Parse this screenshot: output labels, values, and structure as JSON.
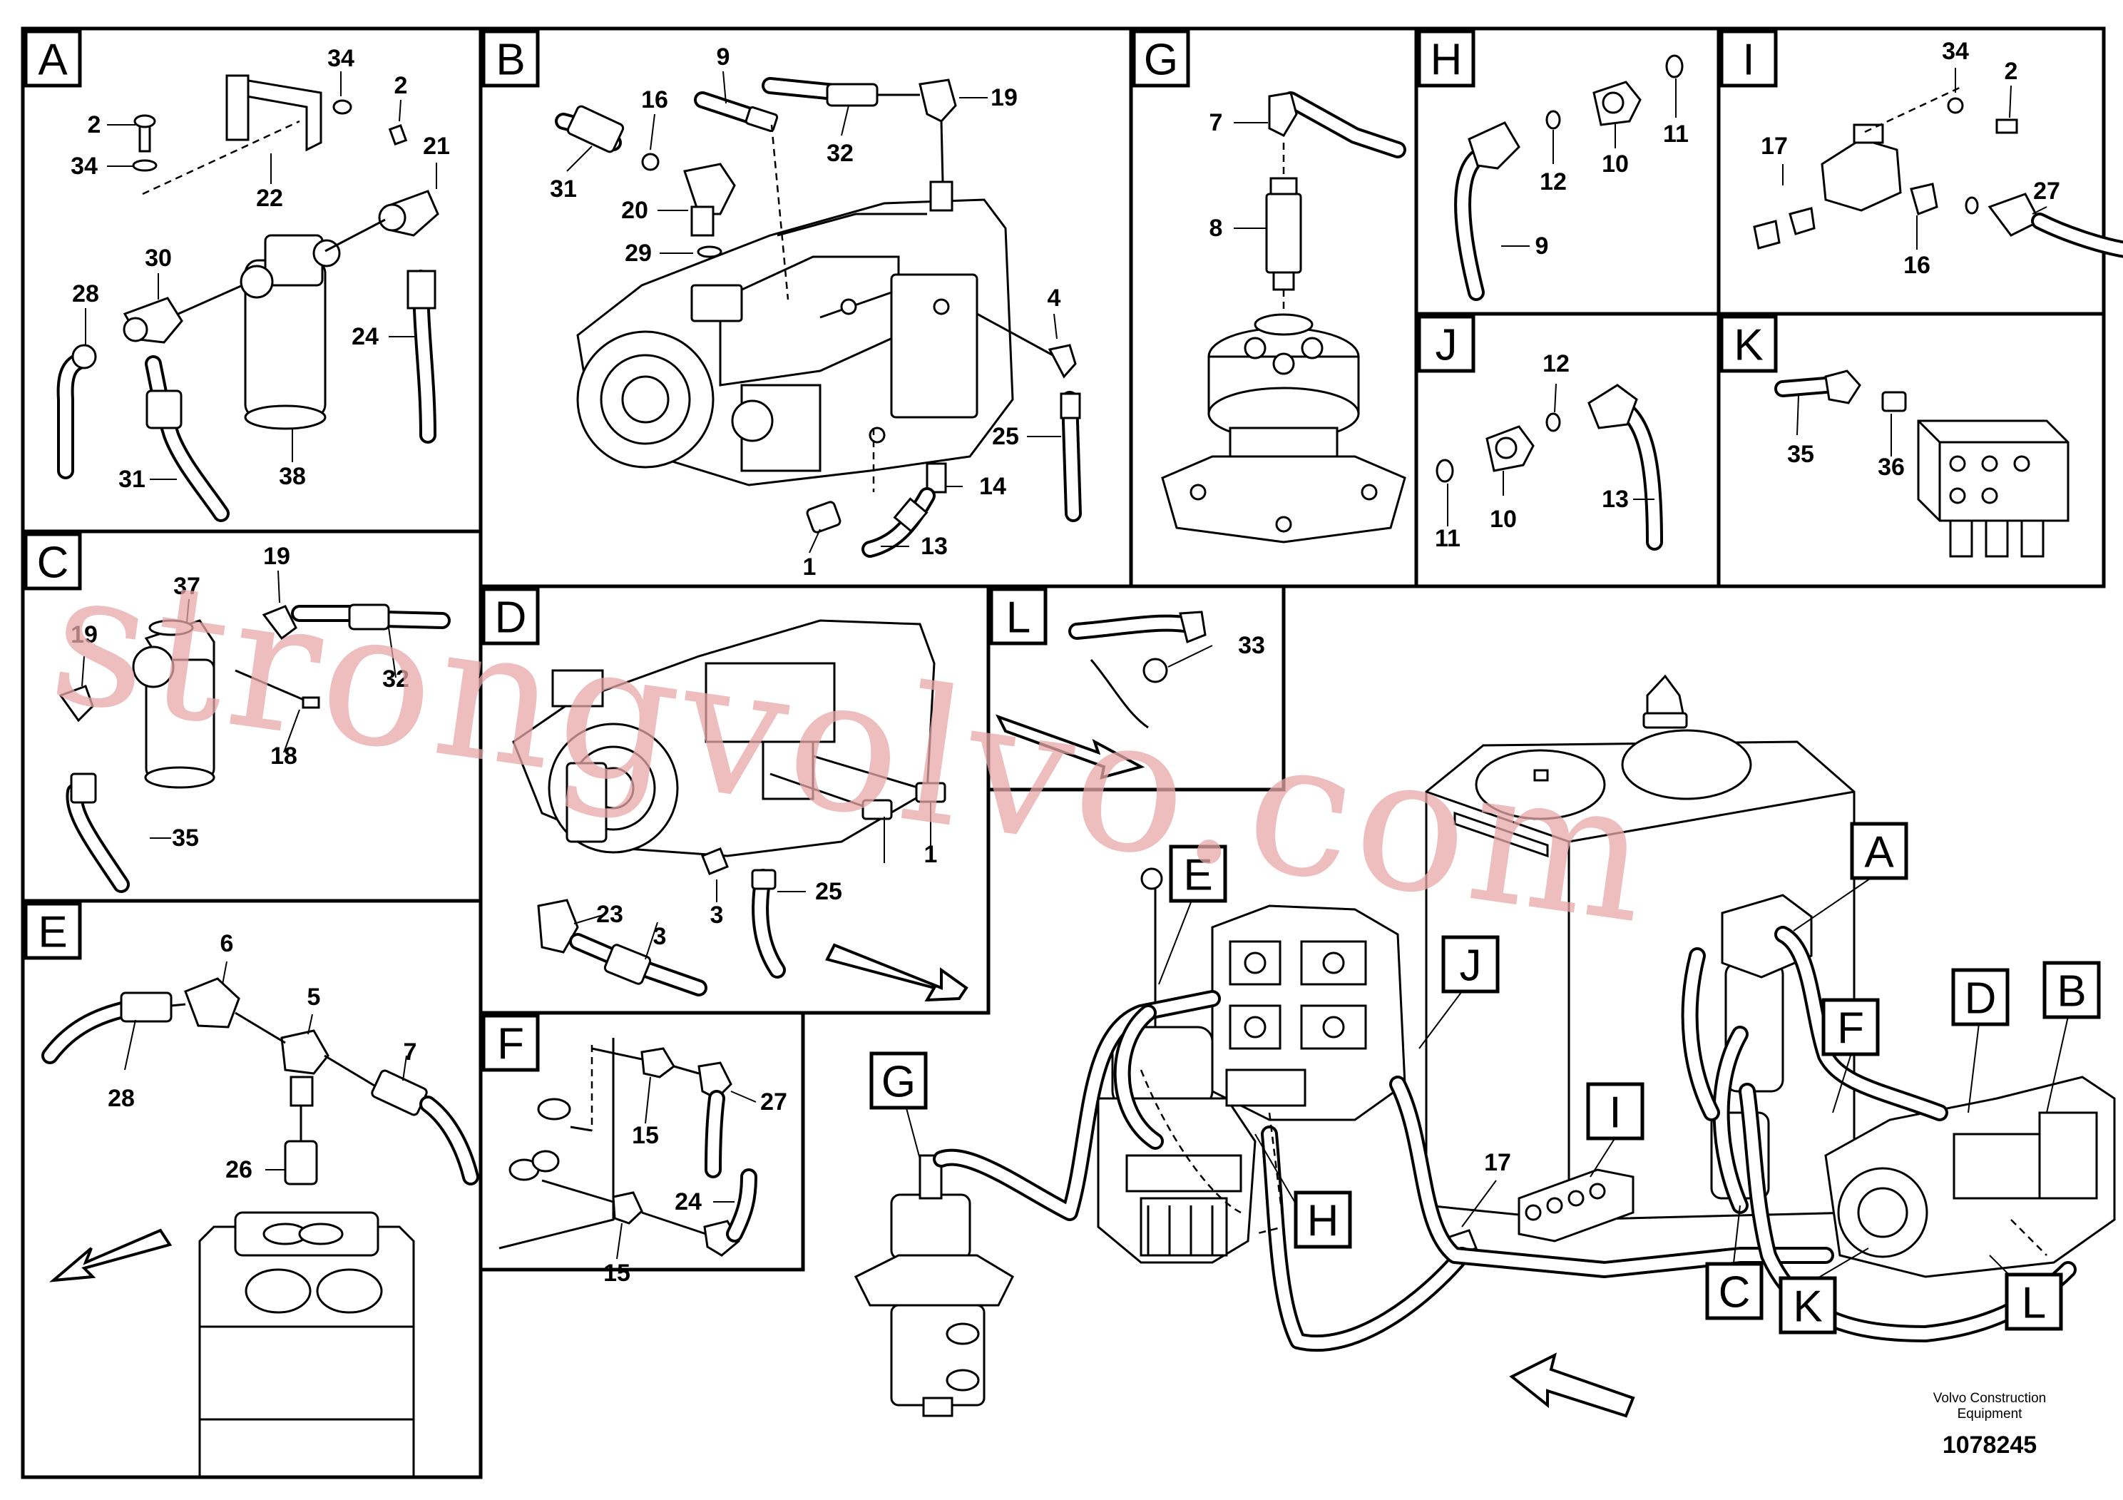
{
  "panels": [
    {
      "id": "A",
      "labels": [
        "34",
        "2",
        "2",
        "34",
        "22",
        "21",
        "30",
        "28",
        "24",
        "31",
        "38"
      ]
    },
    {
      "id": "B",
      "labels": [
        "9",
        "19",
        "16",
        "32",
        "31",
        "20",
        "29",
        "4",
        "25",
        "14",
        "13",
        "1"
      ]
    },
    {
      "id": "C",
      "labels": [
        "19",
        "37",
        "19",
        "32",
        "18",
        "35"
      ]
    },
    {
      "id": "D",
      "labels": [
        "1",
        "23",
        "3",
        "3",
        "25"
      ]
    },
    {
      "id": "E",
      "labels": [
        "6",
        "5",
        "7",
        "28",
        "26"
      ]
    },
    {
      "id": "F",
      "labels": [
        "27",
        "15",
        "24",
        "15"
      ]
    },
    {
      "id": "G",
      "labels": [
        "7",
        "8"
      ]
    },
    {
      "id": "H",
      "labels": [
        "12",
        "10",
        "11",
        "9"
      ]
    },
    {
      "id": "I",
      "labels": [
        "34",
        "2",
        "17",
        "27",
        "16"
      ]
    },
    {
      "id": "J",
      "labels": [
        "12",
        "11",
        "10",
        "13"
      ]
    },
    {
      "id": "K",
      "labels": [
        "35",
        "36"
      ]
    },
    {
      "id": "L",
      "labels": [
        "33"
      ]
    }
  ],
  "overview": {
    "callouts": [
      "A",
      "B",
      "C",
      "D",
      "E",
      "F",
      "G",
      "H",
      "I",
      "J",
      "K",
      "L"
    ],
    "part_label": "17"
  },
  "watermark": "strongvolvo.com",
  "footer": {
    "brand_line1": "Volvo Construction",
    "brand_line2": "Equipment",
    "doc_number": "1078245"
  }
}
